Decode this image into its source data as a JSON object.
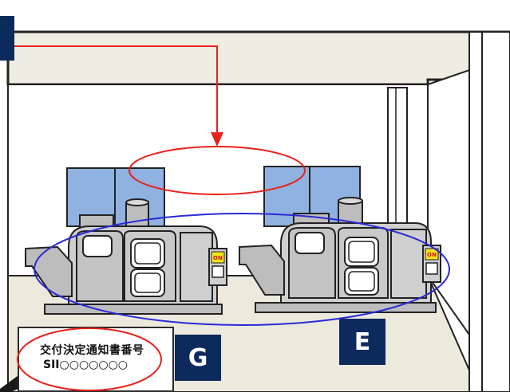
{
  "markers": {
    "top": "",
    "e": "E",
    "g": "G"
  },
  "notice": {
    "title": "交付決定通知書番号",
    "number_prefix": "SII",
    "number_mask": "○○○○○○○"
  },
  "machines": [
    {
      "switch_label": "ON"
    },
    {
      "switch_label": "ON"
    }
  ],
  "colors": {
    "marker": "#0d2a5c",
    "ceiling": "#efece2",
    "floor": "#ece9dd",
    "machine": "#cfcfcf",
    "screen": "#8fb2e0",
    "arrow": "#e8211a",
    "red_ellipse": "#e8211a",
    "blue_ellipse": "#2a2ad6",
    "switch": "#f2e21c"
  }
}
